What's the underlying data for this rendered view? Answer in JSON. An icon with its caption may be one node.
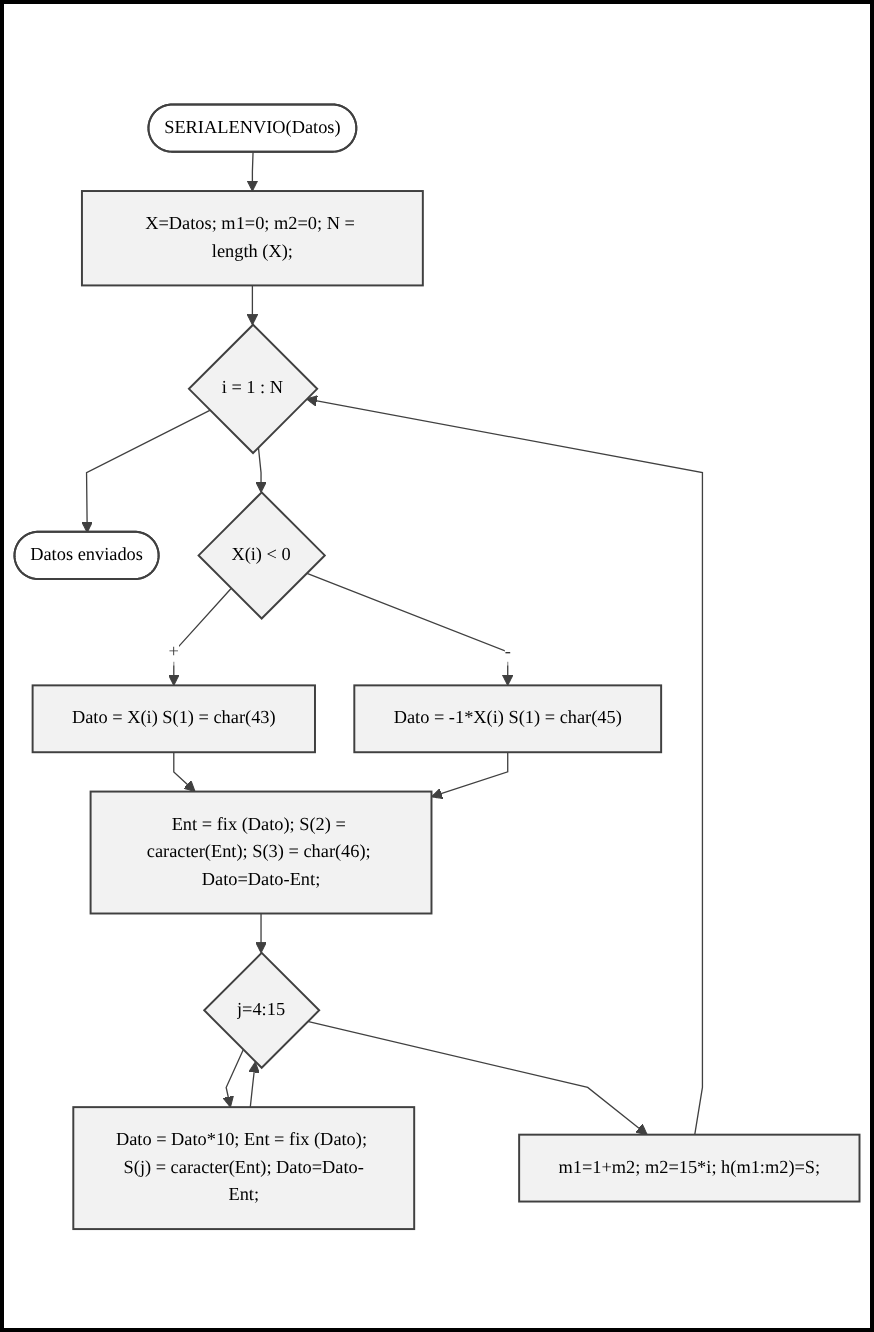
{
  "diagram": {
    "nodes": [
      {
        "text": [
          "SERIALENVIO(Datos)"
        ]
      },
      {
        "text": [
          "X=Datos; m1=0; m2=0; N = length (X);"
        ]
      },
      {
        "text": [
          "i = 1 : N"
        ]
      },
      {
        "text": [
          "Datos enviados"
        ]
      },
      {
        "text": [
          "X(i) < 0"
        ]
      },
      {
        "text": [
          "Dato = X(i) S(1) = char(43)"
        ]
      },
      {
        "text": [
          "Dato = -1*X(i) S(1) = char(45)"
        ]
      },
      {
        "text": [
          "Ent = fix (Dato); S(2) = caracter(Ent); S(3) = char(46); Dato=Dato-Ent;"
        ]
      },
      {
        "text": [
          "j=4:15"
        ]
      },
      {
        "text": [
          "Dato = Dato*10; Ent = fix (Dato); S(j) = caracter(Ent); Dato=Dato-Ent;"
        ]
      },
      {
        "text": [
          "m1=1+m2; m2=15*i; h(m1:m2)=S;"
        ]
      }
    ],
    "edges": [
      {
        "from": 0,
        "to": 1,
        "arrow": "to"
      },
      {
        "from": 1,
        "to": 2,
        "arrow": "to"
      },
      {
        "from": 2,
        "to": 3,
        "arrow": "to"
      },
      {
        "from": 2,
        "to": 4,
        "arrow": "to"
      },
      {
        "from": 4,
        "to": 5,
        "arrow": "to",
        "label": "+"
      },
      {
        "from": 4,
        "to": 6,
        "arrow": "to",
        "label": "-"
      },
      {
        "from": 5,
        "to": 7,
        "arrow": "to"
      },
      {
        "from": 6,
        "to": 7,
        "arrow": "to"
      },
      {
        "from": 7,
        "to": 8,
        "arrow": "to"
      },
      {
        "from": 8,
        "to": 9,
        "arrow": "to"
      },
      {
        "from": 9,
        "to": 8,
        "arrow": "to"
      },
      {
        "from": 8,
        "to": 10,
        "arrow": "to"
      },
      {
        "from": 10,
        "to": 2,
        "arrow": "to"
      }
    ]
  }
}
